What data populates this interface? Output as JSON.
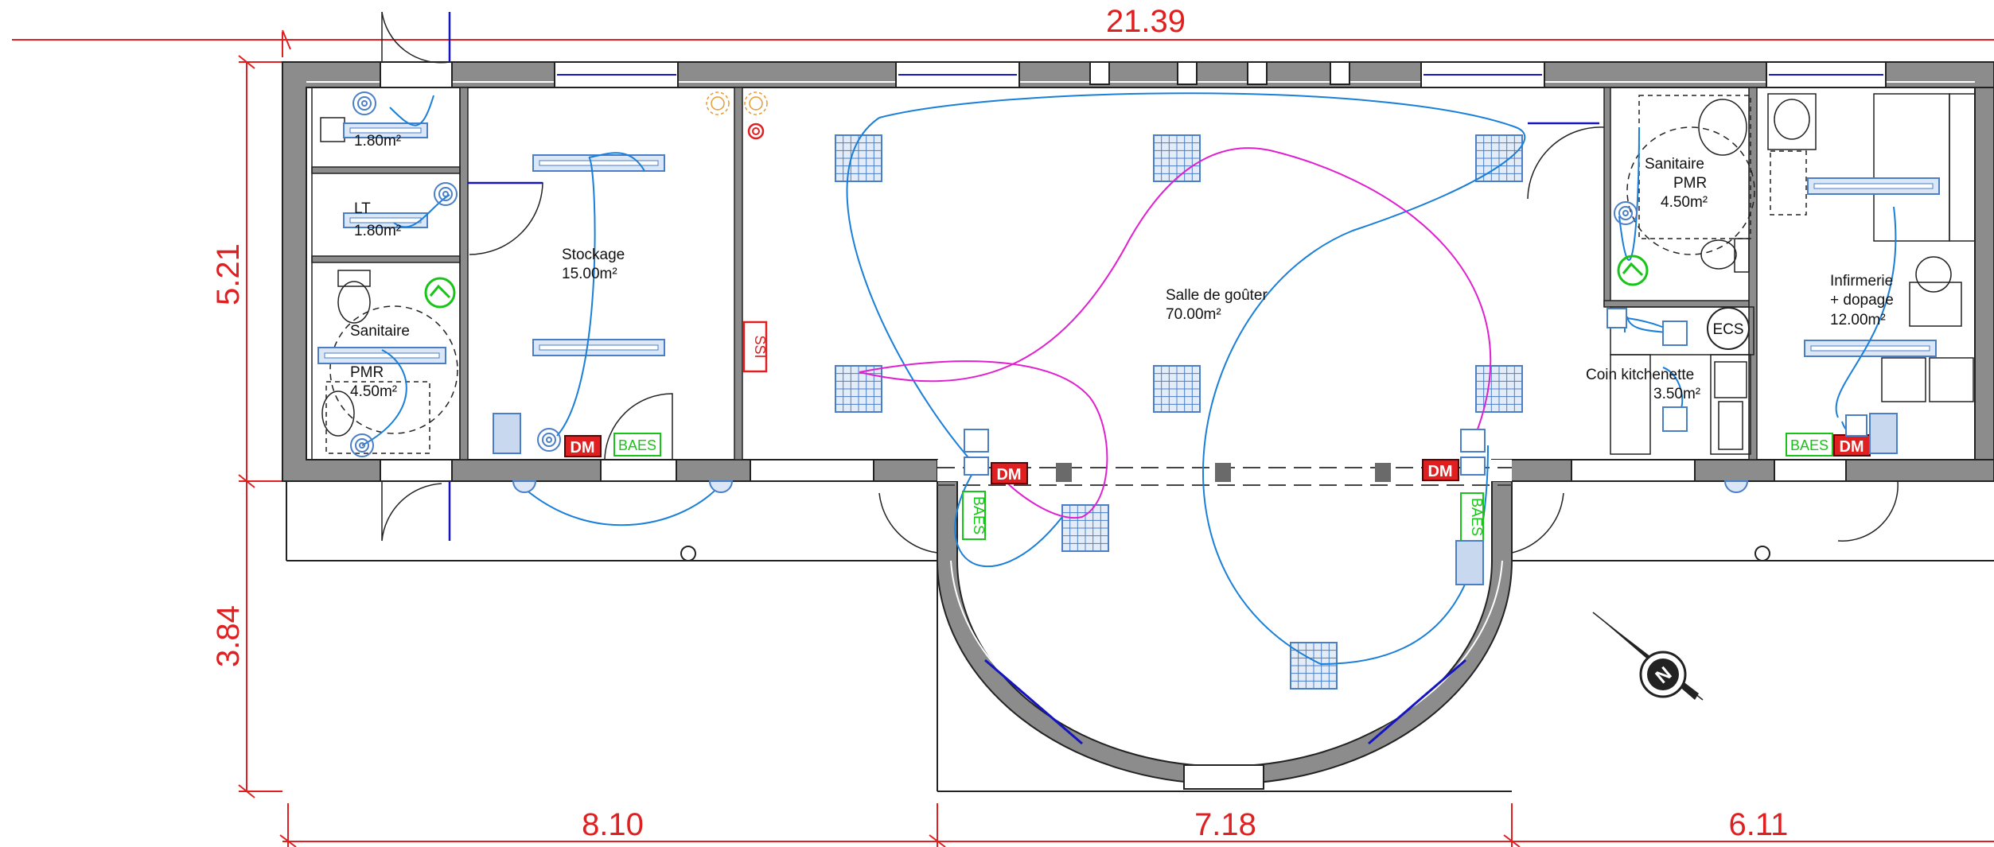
{
  "dimensions": {
    "overall_width": "21.39",
    "height_building": "5.21",
    "height_terrace": "3.84",
    "width_left": "8.10",
    "width_center": "7.18",
    "width_right": "6.11"
  },
  "rooms": {
    "wc_top": {
      "area": "1.80m²"
    },
    "lt": {
      "name": "LT",
      "area": "1.80m²"
    },
    "sanitaire_left": {
      "name": "Sanitaire",
      "sub": "PMR",
      "area": "4.50m²"
    },
    "stockage": {
      "name": "Stockage",
      "area": "15.00m²"
    },
    "salle": {
      "name": "Salle de goûter",
      "area": "70.00m²"
    },
    "sanitaire_right": {
      "name": "Sanitaire",
      "sub": "PMR",
      "area": "4.50m²"
    },
    "kitchenette": {
      "name": "Coin kitchenette",
      "area": "3.50m²"
    },
    "infirmerie": {
      "name": "Infirmerie",
      "sub": "+ dopage",
      "area": "12.00m²"
    }
  },
  "symbols": {
    "dm": "DM",
    "baes": "BAES",
    "ssi": "SSI",
    "ecs": "ECS",
    "north": "N"
  },
  "colors": {
    "dimension": "#e02020",
    "wall": "#8c8c8c",
    "network_blue": "#1a7fd8",
    "network_magenta": "#e020d0",
    "baes_green": "#18c418",
    "fixture_blue": "#4a7fc8"
  }
}
